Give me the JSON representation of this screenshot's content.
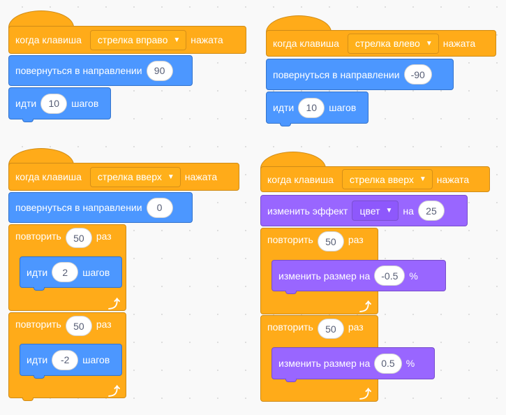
{
  "script1": {
    "when_key": "когда клавиша",
    "key": "стрелка вправо",
    "pressed": "нажата",
    "turn": "повернуться в направлении",
    "turn_value": "90",
    "move": "идти",
    "move_value": "10",
    "steps": "шагов"
  },
  "script2": {
    "when_key": "когда клавиша",
    "key": "стрелка влево",
    "pressed": "нажата",
    "turn": "повернуться в направлении",
    "turn_value": "-90",
    "move": "идти",
    "move_value": "10",
    "steps": "шагов"
  },
  "script3": {
    "when_key": "когда клавиша",
    "key": "стрелка вверх",
    "pressed": "нажата",
    "turn": "повернуться в направлении",
    "turn_value": "0",
    "repeat1": "повторить",
    "repeat1_value": "50",
    "repeat1_times": "раз",
    "move1": "идти",
    "move1_value": "2",
    "steps1": "шагов",
    "repeat2": "повторить",
    "repeat2_value": "50",
    "repeat2_times": "раз",
    "move2": "идти",
    "move2_value": "-2",
    "steps2": "шагов"
  },
  "script4": {
    "when_key": "когда клавиша",
    "key": "стрелка вверх",
    "pressed": "нажата",
    "effect": "изменить эффект",
    "effect_name": "цвет",
    "effect_by": "на",
    "effect_value": "25",
    "repeat1": "повторить",
    "repeat1_value": "50",
    "repeat1_times": "раз",
    "size1": "изменить размер на",
    "size1_value": "-0.5",
    "percent1": "%",
    "repeat2": "повторить",
    "repeat2_value": "50",
    "repeat2_times": "раз",
    "size2": "изменить размер на",
    "size2_value": "0.5",
    "percent2": "%"
  },
  "icons": {
    "dropdown": "▼",
    "loop_arrow": "⤴"
  },
  "colors": {
    "events": "#ffab19",
    "motion": "#4c97ff",
    "looks": "#9966ff",
    "control": "#ffab19"
  }
}
